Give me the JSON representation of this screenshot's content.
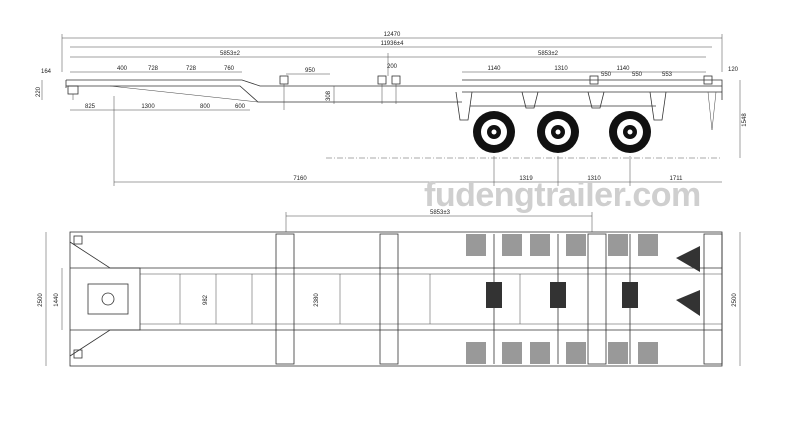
{
  "watermark": "fudengtrailer.com",
  "side_view": {
    "overall_length": "12470",
    "frame_length": "11936±4",
    "twistlock_span_left": "5853±2",
    "twistlock_span_right": "5853±2",
    "kingpin_offset": "164",
    "kingpin_height": "220",
    "segments_top": [
      "400",
      "728",
      "728",
      "760",
      "950",
      "200"
    ],
    "segments_bottom": [
      "825",
      "1300",
      "800",
      "600"
    ],
    "gooseneck_height": "308",
    "rear_segments": [
      "1140",
      "1310",
      "1140",
      "550",
      "550",
      "553",
      "120"
    ],
    "overall_height": "1548",
    "kingpin_to_axle": "7160",
    "axle_spacing": [
      "1319",
      "1310",
      "1711"
    ]
  },
  "top_view": {
    "twistlock_span": "5853±3",
    "overall_width_left": "2500",
    "overall_width_right": "2500",
    "kingpin_plate_width": "1440",
    "beam_spacing": "982",
    "crossmember_width": "2380"
  }
}
